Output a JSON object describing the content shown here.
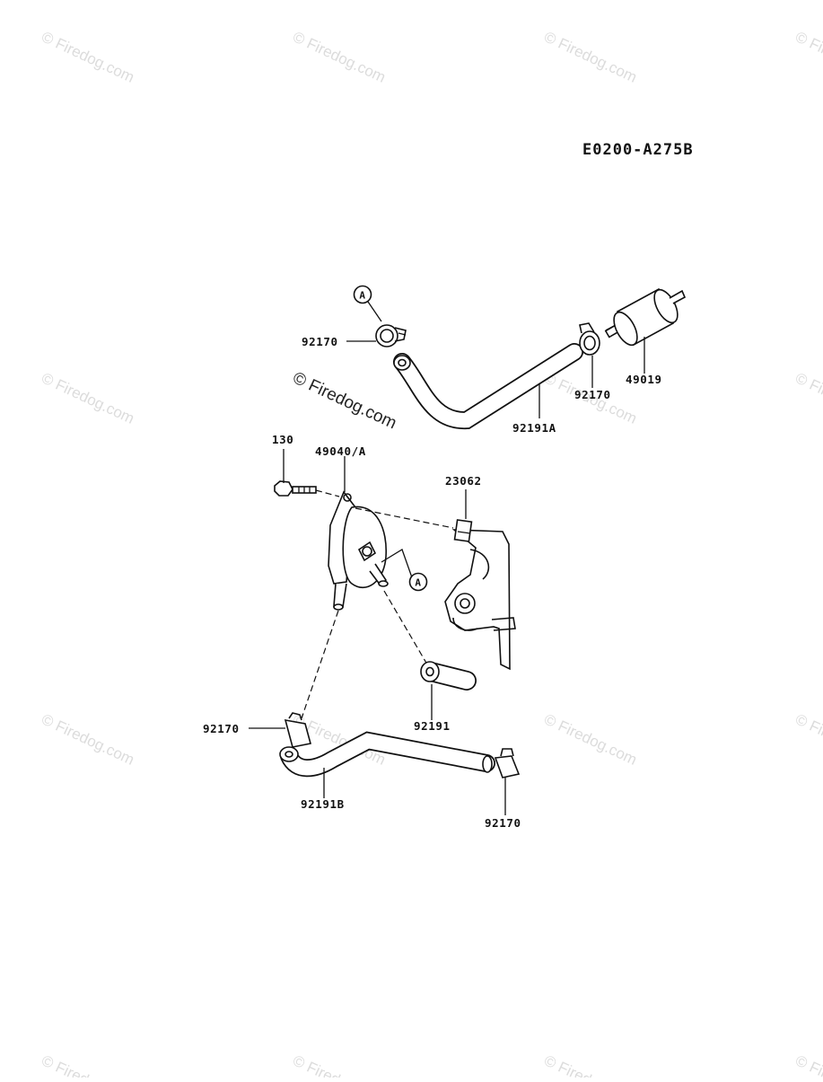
{
  "diagram": {
    "code": "E0200-A275B",
    "watermark": "© Firedog.com",
    "ref_marker": "A",
    "labels": {
      "clamp_top_left": "92170",
      "clamp_top_right": "92170",
      "hose_top": "92191A",
      "fuel_filter": "49019",
      "bolt": "130",
      "fuel_pump": "49040/A",
      "bracket_clip": "23062",
      "hose_short": "92191",
      "clamp_bottom_left": "92170",
      "hose_bottom": "92191B",
      "clamp_bottom_right": "92170"
    }
  }
}
